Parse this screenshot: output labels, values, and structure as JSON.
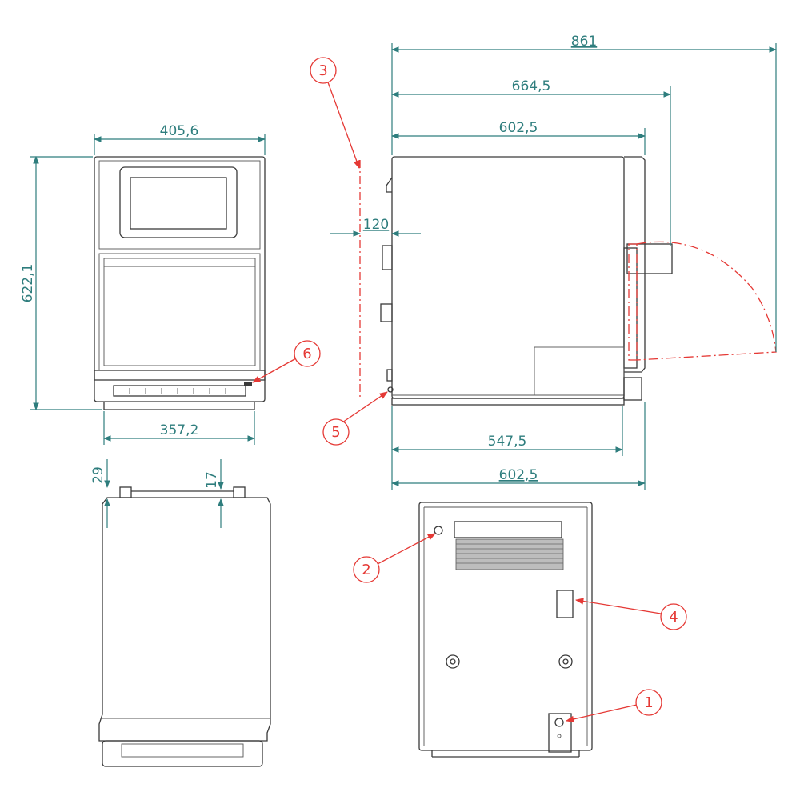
{
  "dimensions": {
    "front_width": "405,6",
    "front_height": "622,1",
    "front_feet_width": "357,2",
    "top_29": "29",
    "top_17": "17",
    "side_overall": "861",
    "side_door_open": "664,5",
    "side_body": "602,5",
    "side_clearance": "120",
    "side_bottom_inner": "547,5",
    "side_bottom_outer": "602,5"
  },
  "callouts": [
    "1",
    "2",
    "3",
    "4",
    "5",
    "6"
  ],
  "colors": {
    "dimension": "#2e7d7d",
    "callout": "#e53935",
    "outline": "#3a3a3a"
  }
}
